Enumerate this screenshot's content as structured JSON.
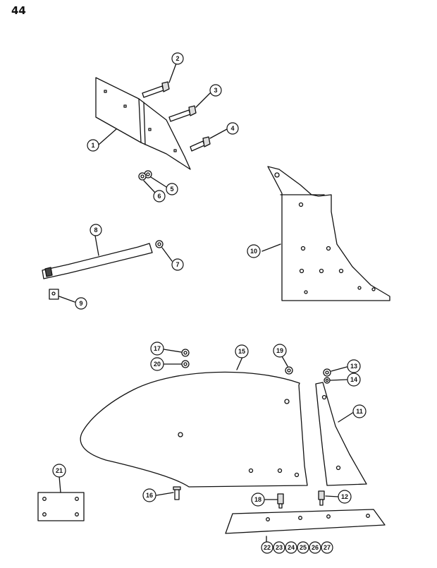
{
  "page": {
    "number": "44"
  },
  "callouts": {
    "c1": "1",
    "c2": "2",
    "c3": "3",
    "c4": "4",
    "c5": "5",
    "c6": "6",
    "c7": "7",
    "c8": "8",
    "c9": "9",
    "c10": "10",
    "c11": "11",
    "c12": "12",
    "c13": "13",
    "c14": "14",
    "c15": "15",
    "c16": "16",
    "c17": "17",
    "c18": "18",
    "c19": "19",
    "c20": "20",
    "c21": "21",
    "c22": "22",
    "c23": "23",
    "c24": "24",
    "c25": "25",
    "c26": "26",
    "c27": "27"
  }
}
